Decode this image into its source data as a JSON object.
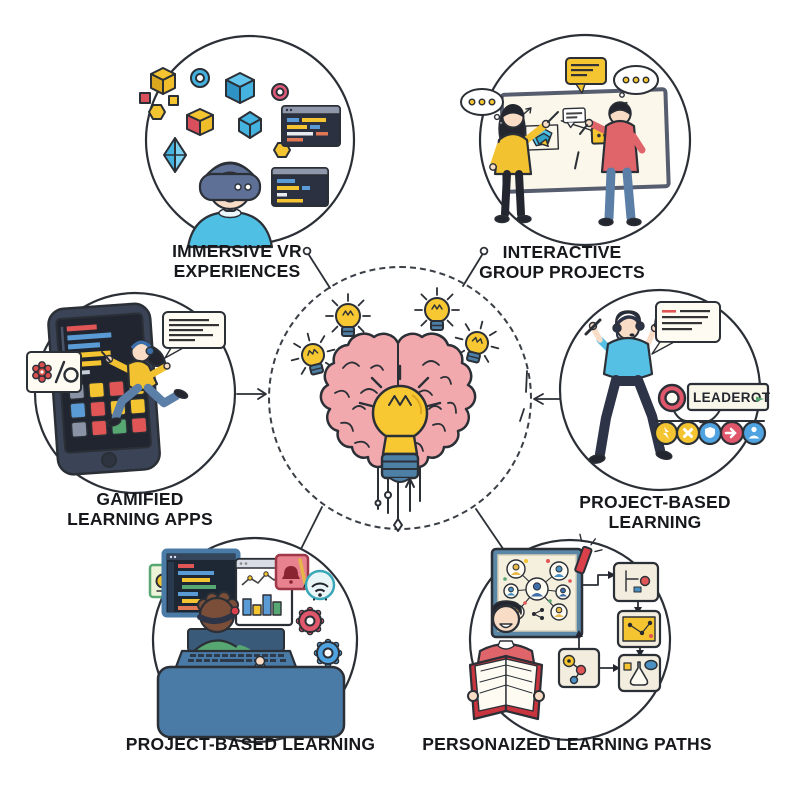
{
  "diagram": {
    "type": "hub-and-spoke-learning-infographic",
    "center": {
      "name": "brain-with-ideas",
      "icons": [
        "brain",
        "lightbulb-large",
        "lightbulb-small-x4",
        "circuit-stem"
      ],
      "ring_style": "dashed-circle"
    },
    "nodes": [
      {
        "id": "immersive-vr-experiences",
        "label_lines": [
          "IMMERSIVE VR",
          "EXPERIENCES"
        ],
        "icons": [
          "vr-headset-boy",
          "3d-cubes",
          "rings",
          "hexagons",
          "code-windows"
        ]
      },
      {
        "id": "interactive-group-projects",
        "label_lines": [
          "INTERACTIVE",
          "GROUP PROJECTS"
        ],
        "icons": [
          "whiteboard",
          "presenter-woman",
          "presenter-man",
          "speech-bubbles"
        ]
      },
      {
        "id": "gamified-learning-apps",
        "label_lines": [
          "GAMIFIED",
          "LEARNING APPS"
        ],
        "icons": [
          "smartphone-app-grid",
          "running-learner",
          "speech-bubble",
          "achievement-card"
        ]
      },
      {
        "id": "project-based-learning-right",
        "label_lines": [
          "PROJECT-BASED",
          "LEARNING"
        ],
        "leaderboard_label": "LEADEROT",
        "icons": [
          "presenter-with-headset",
          "speech-bubble",
          "medal-ring",
          "leaderboard-box",
          "badge-row"
        ]
      },
      {
        "id": "project-based-learning-bottom",
        "label_lines": [
          "PROJECT-BASED LEARNING"
        ],
        "icons": [
          "coder-at-laptop",
          "code-editor",
          "analytics-window",
          "notification-box",
          "wifi-badge",
          "gears"
        ]
      },
      {
        "id": "personalized-learning-paths",
        "label_lines": [
          "PERSONAIZED LEARNING PATHS"
        ],
        "icons": [
          "reader-with-book",
          "collaboration-board",
          "marker",
          "learning-flowchart"
        ]
      }
    ],
    "colors": {
      "outline": "#2b2f36",
      "background": "#ffffff",
      "brain_pink": "#f2a9ae",
      "bulb_yellow": "#f7c832",
      "accent_yellow": "#f5c531",
      "accent_blue": "#4fa3e0",
      "accent_teal": "#56c0e4",
      "accent_red": "#e0576b",
      "accent_green": "#57a773",
      "jeans_blue": "#5c7fa8",
      "dark_navy": "#2e3447",
      "bulb_base_blue": "#4e7fa5"
    }
  }
}
